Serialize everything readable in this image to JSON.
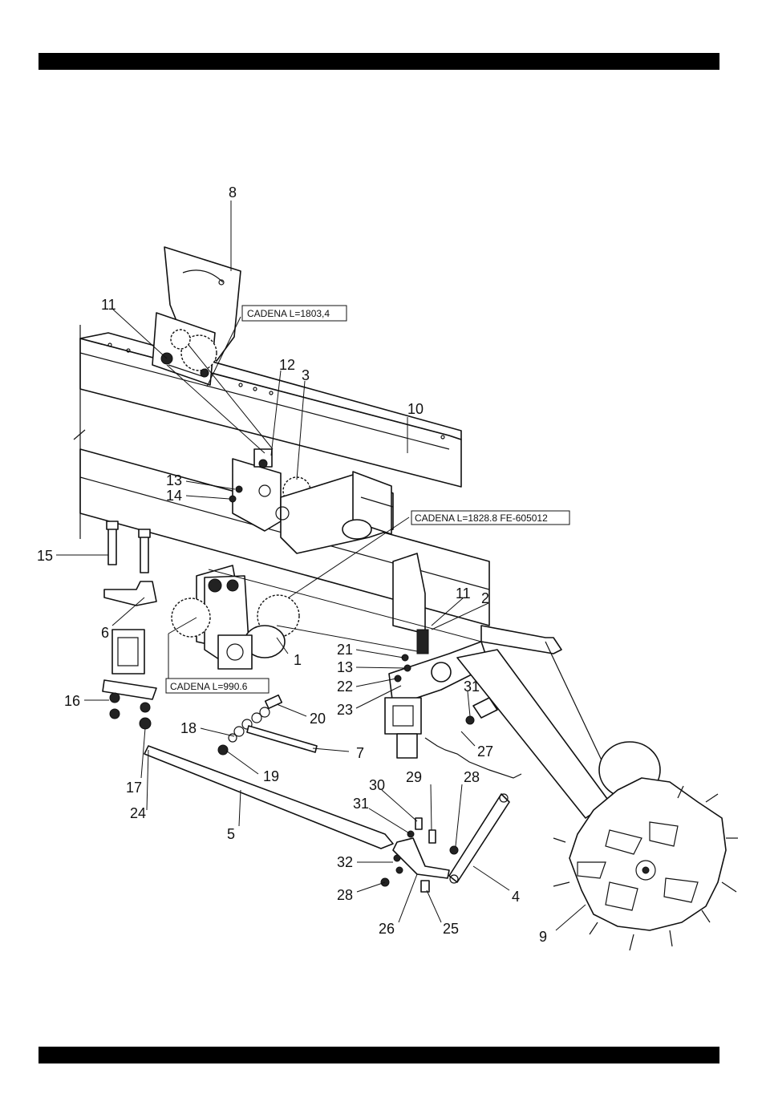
{
  "diagram": {
    "chain_labels": [
      "CADENA L=1803,4",
      "CADENA L=1828.8 FE-605012",
      "CADENA L=990.6"
    ],
    "part_numbers": [
      "1",
      "2",
      "3",
      "4",
      "5",
      "6",
      "7",
      "8",
      "9",
      "10",
      "11",
      "11",
      "12",
      "13",
      "13",
      "14",
      "15",
      "16",
      "17",
      "18",
      "19",
      "20",
      "21",
      "22",
      "23",
      "24",
      "25",
      "26",
      "27",
      "28",
      "28",
      "29",
      "30",
      "31",
      "31",
      "32"
    ]
  }
}
